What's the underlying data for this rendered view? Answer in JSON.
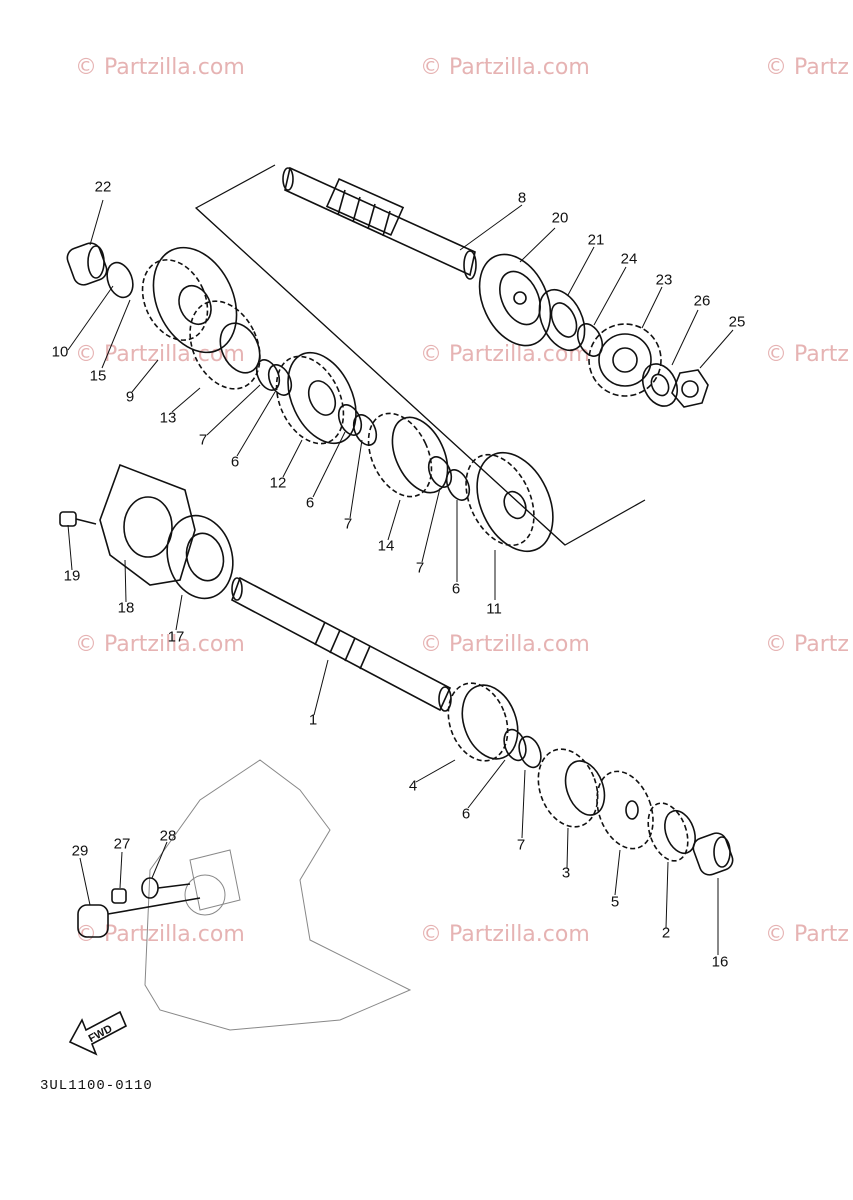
{
  "diagram": {
    "watermark": "© Partzilla.com",
    "watermark_short": "© Partz",
    "diagram_code": "3UL1100-0110",
    "fwd_label": "FWD",
    "callouts": {
      "c1": "1",
      "c2": "2",
      "c3": "3",
      "c4": "4",
      "c5": "5",
      "c6a": "6",
      "c6b": "6",
      "c6c": "6",
      "c6d": "6",
      "c7a": "7",
      "c7b": "7",
      "c7c": "7",
      "c7d": "7",
      "c8": "8",
      "c9": "9",
      "c10": "10",
      "c11": "11",
      "c12": "12",
      "c13": "13",
      "c14": "14",
      "c15": "15",
      "c16": "16",
      "c17": "17",
      "c18": "18",
      "c19": "19",
      "c20": "20",
      "c21": "21",
      "c22": "22",
      "c23": "23",
      "c24": "24",
      "c25": "25",
      "c26": "26",
      "c27": "27",
      "c28": "28",
      "c29": "29"
    }
  }
}
